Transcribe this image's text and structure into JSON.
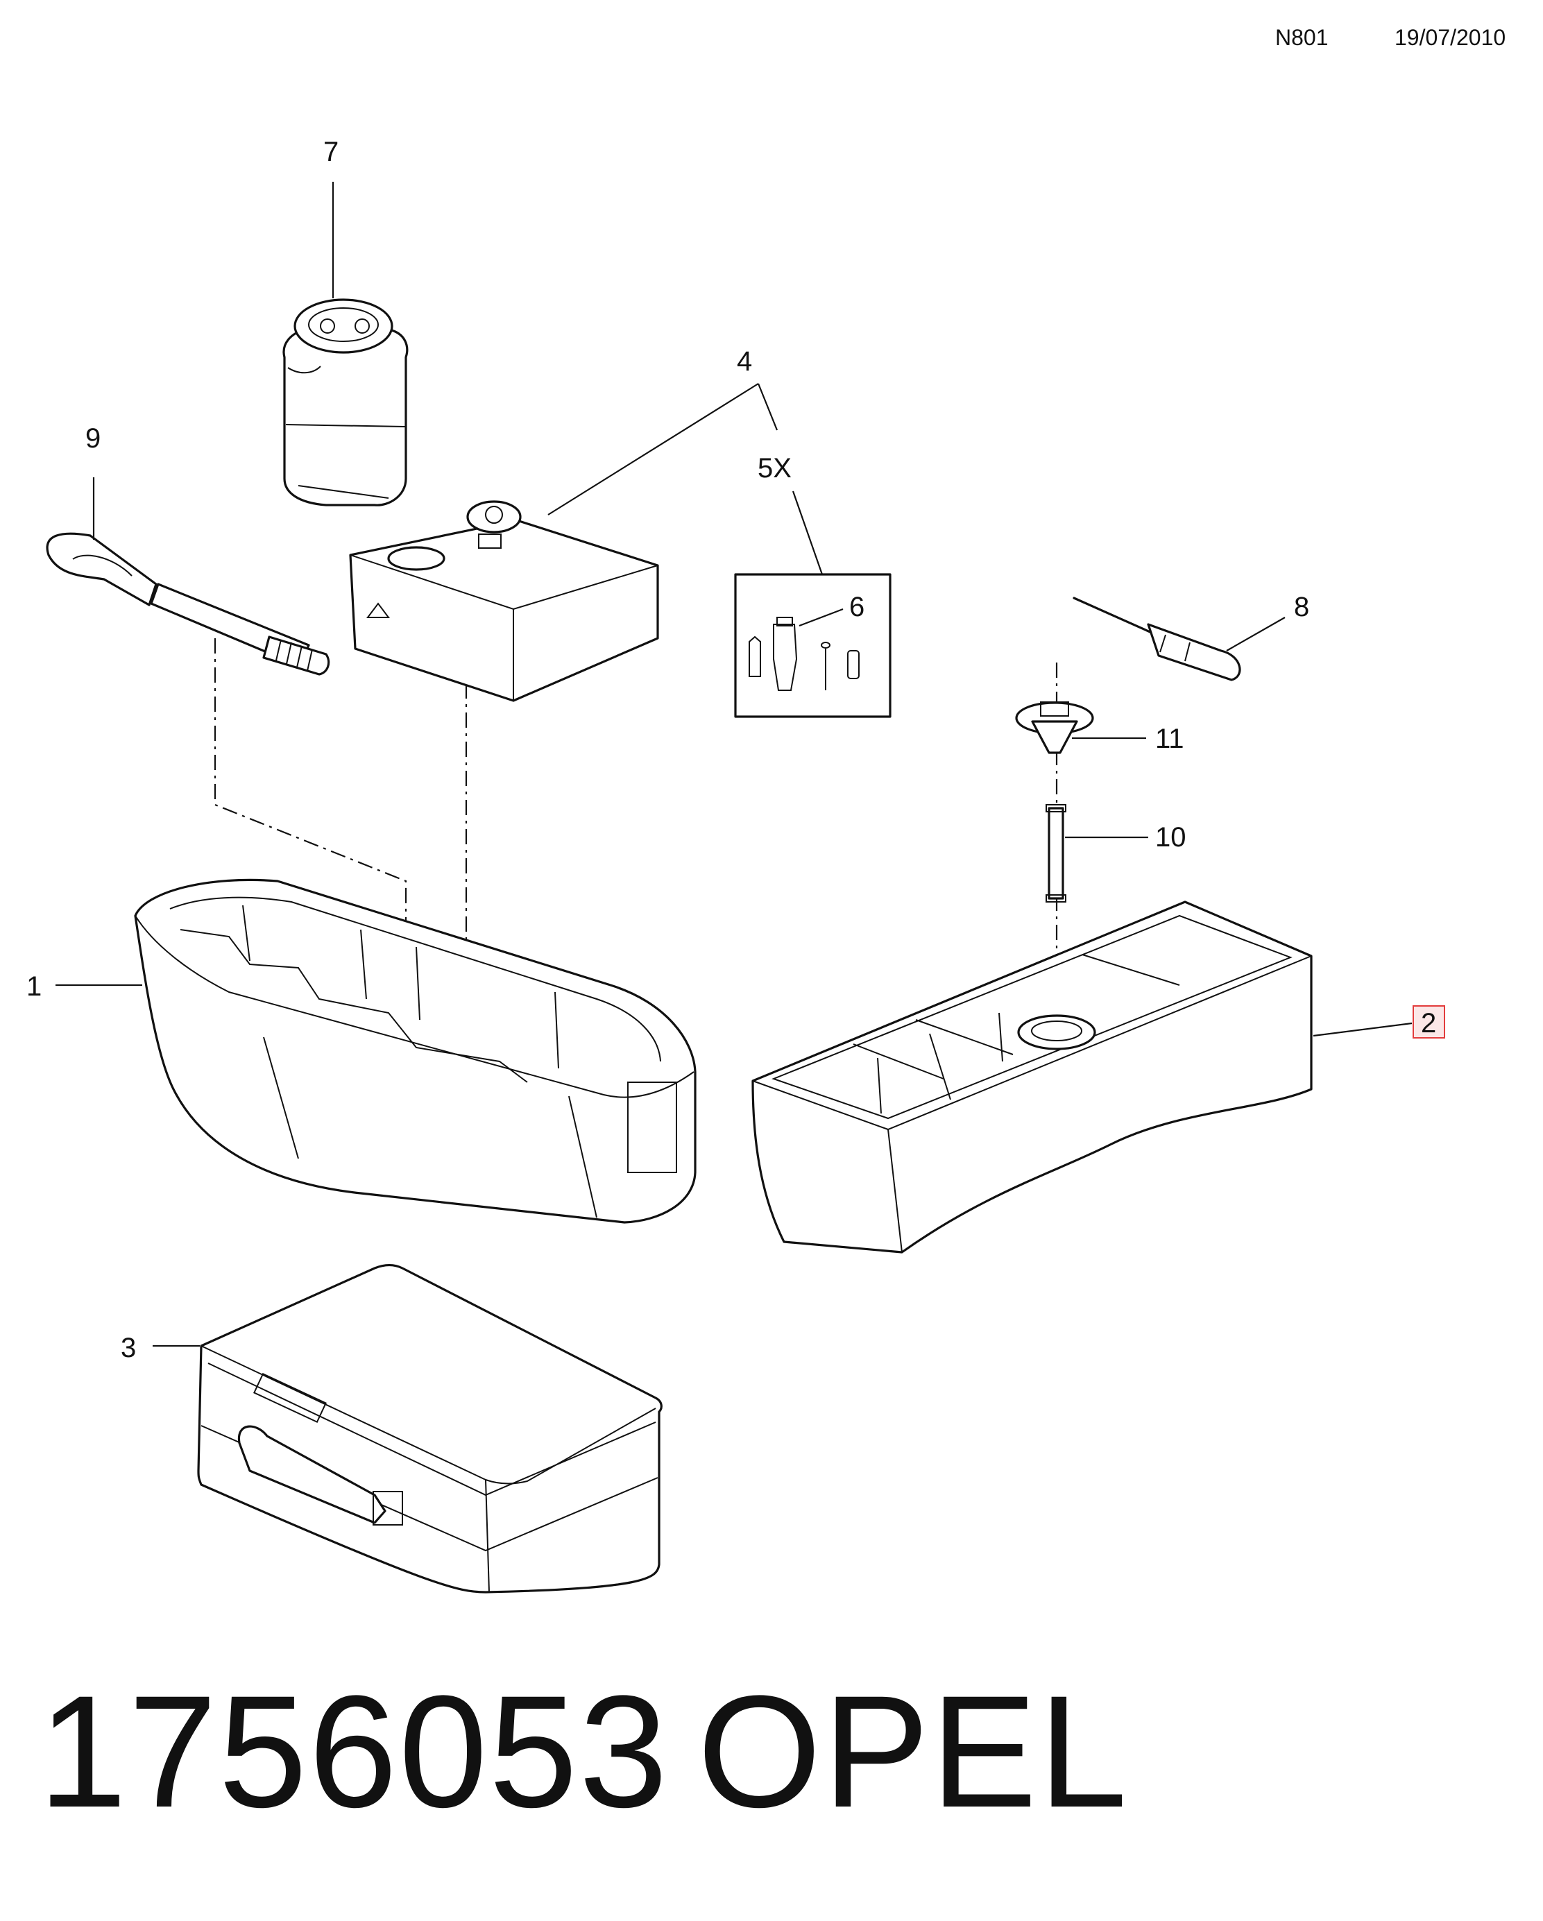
{
  "header": {
    "code": "N801",
    "date": "19/07/2010"
  },
  "callouts": {
    "c1": "1",
    "c2": "2",
    "c3": "3",
    "c4": "4",
    "c5": "5X",
    "c6": "6",
    "c7": "7",
    "c8": "8",
    "c9": "9",
    "c10": "10",
    "c11": "11"
  },
  "footer": {
    "part_number": "1756053",
    "brand": "OPEL"
  },
  "colors": {
    "line": "#111111",
    "highlight": "#e23c3c",
    "highlight_fill": "#fbe7e7"
  }
}
